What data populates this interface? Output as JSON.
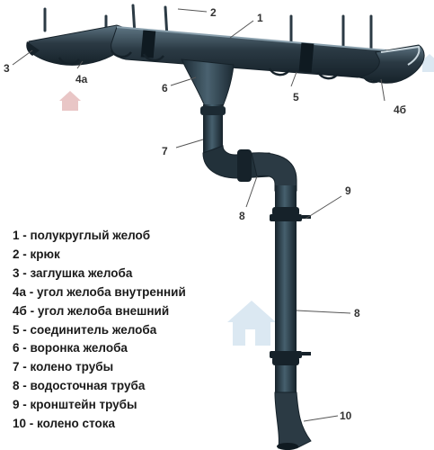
{
  "diagram": {
    "colors": {
      "gutter": "#2b3a44",
      "gutter_dark": "#16222a",
      "gutter_light": "#5d7482",
      "leader": "#555555",
      "watermark": "#c8dceb"
    },
    "callouts": {
      "c1": "1",
      "c2": "2",
      "c3": "3",
      "c4a": "4а",
      "c4b": "4б",
      "c5": "5",
      "c6": "6",
      "c7": "7",
      "c8a": "8",
      "c8b": "8",
      "c9": "9",
      "c10": "10"
    },
    "legend": [
      "1 - полукруглый желоб",
      "2 - крюк",
      "3 - заглушка желоба",
      "4а - угол желоба внутренний",
      "4б - угол желоба внешний",
      "5 - соединитель желоба",
      "6 - воронка желоба",
      "7 - колено трубы",
      "8 - водосточная труба",
      "9 - кронштейн трубы",
      "10 - колено стока"
    ]
  }
}
